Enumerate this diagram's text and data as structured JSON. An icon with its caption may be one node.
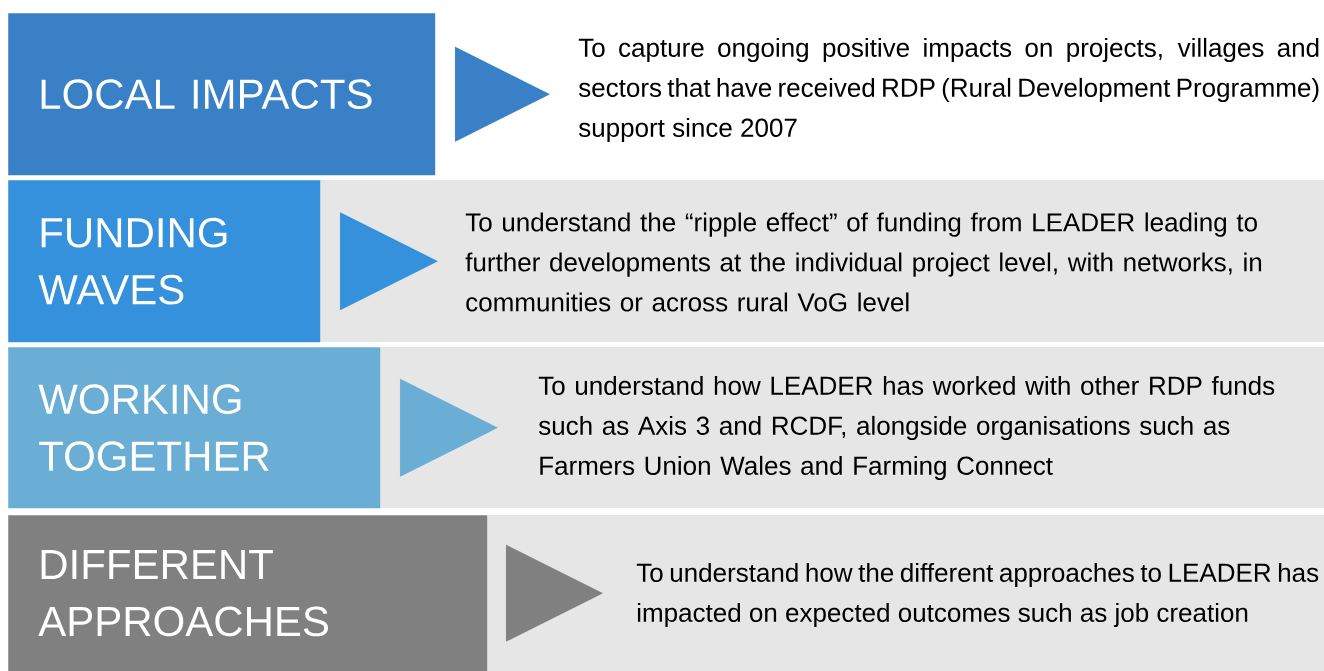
{
  "diagram": {
    "nodes": [
      {
        "text": [
          "LOCAL IMPACTS"
        ]
      },
      {
        "text": [
          "To capture ongoing positive impacts on projects, villages and sectors that have received RDP (Rural Development Programme) support since 2007"
        ]
      },
      {
        "text": [
          "FUNDING WAVES"
        ]
      },
      {
        "text": [
          "To understand the “ripple effect” of funding from LEADER leading to further developments at the individual project level, with networks, in communities or across rural VoG level"
        ]
      },
      {
        "text": [
          "WORKING TOGETHER"
        ]
      },
      {
        "text": [
          "To understand how LEADER has worked with other RDP funds such as Axis 3 and RCDF, alongside organisations such as Farmers Union Wales and Farming Connect"
        ]
      },
      {
        "text": [
          "DIFFERENT APPROACHES"
        ]
      },
      {
        "text": [
          "To understand how the different approaches to LEADER has impacted on expected outcomes such as job creation"
        ]
      }
    ],
    "edges": [
      {
        "from": 0,
        "to": 1,
        "arrow": "to",
        "color": "#3a80c6"
      },
      {
        "from": 2,
        "to": 3,
        "arrow": "to",
        "color": "#3591dc"
      },
      {
        "from": 4,
        "to": 5,
        "arrow": "to",
        "color": "#6aaed6"
      },
      {
        "from": 6,
        "to": 7,
        "arrow": "to",
        "color": "#808080"
      }
    ]
  }
}
